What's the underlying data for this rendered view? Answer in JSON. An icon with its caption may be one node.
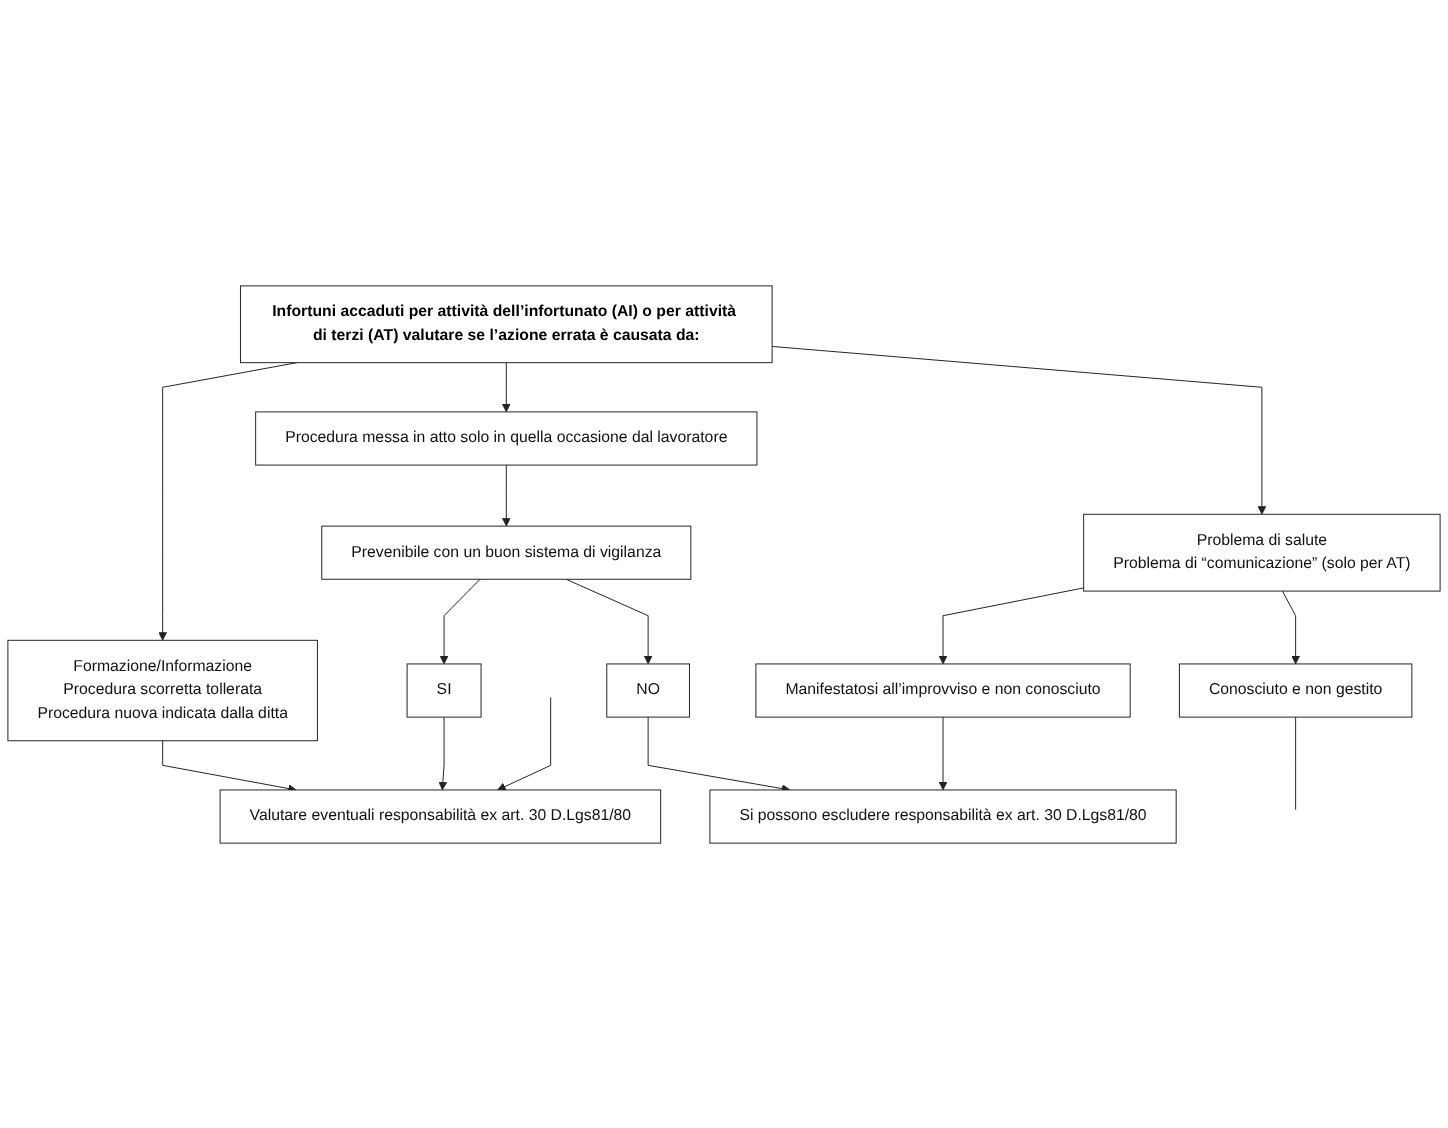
{
  "diagram": {
    "nodes": [
      {
        "text": [
          "Infortuni accaduti per attività dell’infortunato (AI) o per attività di terzi (AT) valutare se l’azione errata è causata da:"
        ]
      },
      {
        "text": [
          "Formazione/Informazione",
          "Procedura scorretta tollerata",
          "Procedura nuova indicata dalla ditta"
        ]
      },
      {
        "text": [
          "Procedura messa in atto solo in quella occasione dal lavoratore"
        ]
      },
      {
        "text": [
          "Problema di salute",
          "Problema di “comunicazione” (solo per AT)"
        ]
      },
      {
        "text": [
          "Prevenibile con un buon sistema di vigilanza"
        ]
      },
      {
        "text": [
          "Manifestatosi all’improvviso e non conosciuto"
        ]
      },
      {
        "text": [
          "Conosciuto e non gestito"
        ]
      },
      {
        "text": [
          "SI"
        ]
      },
      {
        "text": [
          "NO"
        ]
      },
      {
        "text": [
          "Si possono escludere responsabilità ex art. 30 D.Lgs81/80"
        ]
      },
      {
        "text": [
          "Valutare eventuali responsabilità ex art. 30 D.Lgs81/80"
        ]
      }
    ],
    "edges": [
      {
        "from": 0,
        "to": 1,
        "arrow": "to"
      },
      {
        "from": 0,
        "to": 2,
        "arrow": "to"
      },
      {
        "from": 0,
        "to": 3,
        "arrow": "to"
      },
      {
        "from": 1,
        "to": 10,
        "arrow": "to"
      },
      {
        "from": 2,
        "to": 4,
        "arrow": "to"
      },
      {
        "from": 3,
        "to": 5,
        "arrow": "to"
      },
      {
        "from": 3,
        "to": 6,
        "arrow": "to"
      },
      {
        "from": 4,
        "to": 7,
        "arrow": "to"
      },
      {
        "from": 4,
        "to": 8,
        "arrow": "to"
      },
      {
        "from": 7,
        "to": 10,
        "arrow": "to"
      },
      {
        "from": 8,
        "to": 9,
        "arrow": "to"
      },
      {
        "from": 5,
        "to": 9,
        "arrow": "to"
      },
      {
        "from": 6,
        "to": null,
        "arrow": "none"
      },
      {
        "from": null,
        "to": 10,
        "arrow": "to"
      }
    ]
  }
}
